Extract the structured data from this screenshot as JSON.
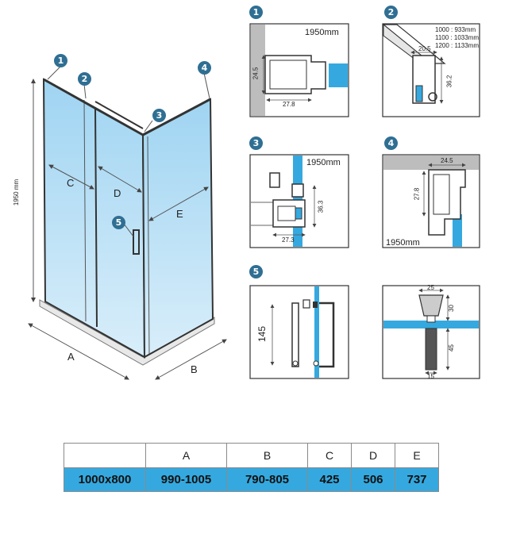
{
  "main_drawing": {
    "badges": [
      "1",
      "2",
      "3",
      "4",
      "5"
    ],
    "labels": {
      "a": "A",
      "b": "B",
      "c": "C",
      "d": "D",
      "e": "E",
      "height": "1950 mm"
    }
  },
  "details": {
    "d1": {
      "badge": "1",
      "height": "1950mm",
      "dim_v": "24.5",
      "dim_h": "27.8"
    },
    "d2": {
      "badge": "2",
      "sizes": [
        "1000 : 933mm",
        "1100 : 1033mm",
        "1200 : 1133mm"
      ],
      "dim_h": "20.5",
      "dim_v": "36.2"
    },
    "d3": {
      "badge": "3",
      "height": "1950mm",
      "dim_v": "36.3",
      "dim_h": "27.3"
    },
    "d4": {
      "badge": "4",
      "height": "1950mm",
      "dim_h": "24.5",
      "dim_v": "27.8"
    },
    "d5": {
      "badge": "5",
      "dim_v": "145"
    },
    "d6": {
      "dim_top": "25",
      "dim_v1": "30",
      "dim_v2": "45",
      "dim_bottom": "15"
    }
  },
  "table": {
    "headers": [
      "",
      "A",
      "B",
      "C",
      "D",
      "E"
    ],
    "row": [
      "1000x800",
      "990-1005",
      "790-805",
      "425",
      "506",
      "737"
    ],
    "highlight_color": "#35a9df"
  }
}
